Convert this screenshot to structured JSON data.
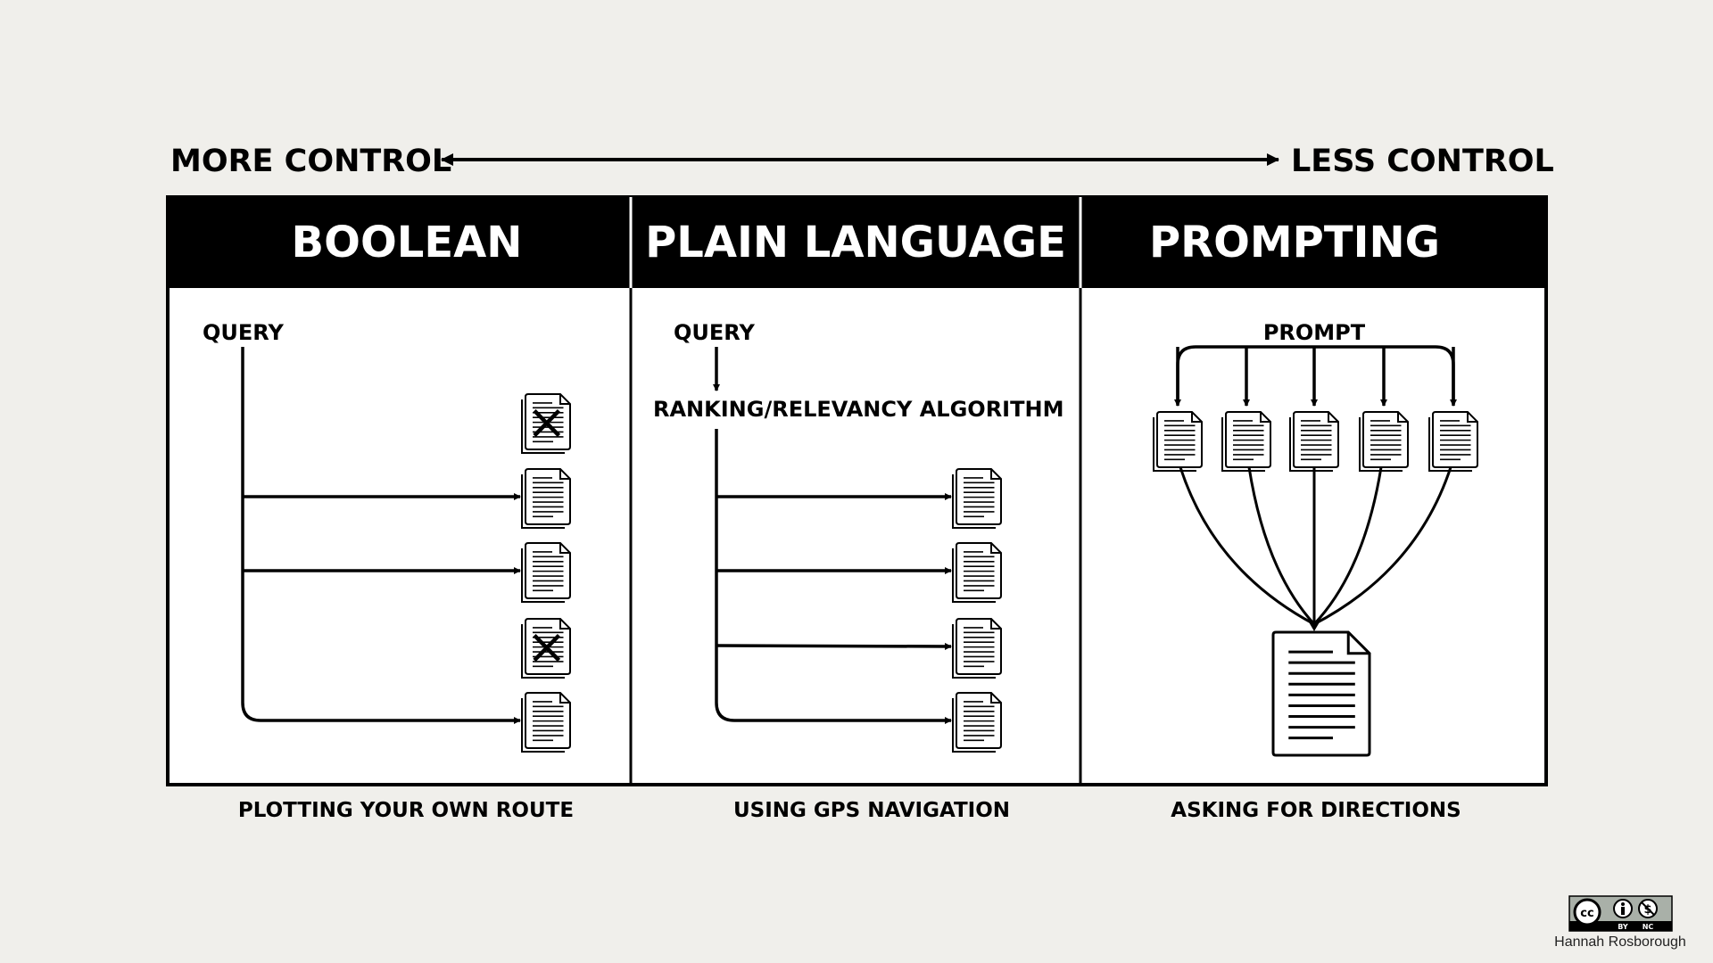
{
  "scale": {
    "left_label": "MORE CONTROL",
    "right_label": "LESS CONTROL"
  },
  "panels": [
    {
      "title": "BOOLEAN",
      "caption": "PLOTTING YOUR OWN ROUTE",
      "query_label": "QUERY",
      "documents": [
        {
          "status": "excluded"
        },
        {
          "status": "retrieved"
        },
        {
          "status": "retrieved"
        },
        {
          "status": "excluded"
        },
        {
          "status": "retrieved"
        }
      ]
    },
    {
      "title": "PLAIN LANGUAGE",
      "caption": "USING GPS NAVIGATION",
      "query_label": "QUERY",
      "algorithm_label": "RANKING/RELEVANCY ALGORITHM",
      "documents": [
        {
          "status": "retrieved"
        },
        {
          "status": "retrieved"
        },
        {
          "status": "retrieved"
        },
        {
          "status": "retrieved"
        }
      ]
    },
    {
      "title": "PROMPTING",
      "caption": "ASKING FOR DIRECTIONS",
      "prompt_label": "PROMPT",
      "documents": [
        {
          "status": "source"
        },
        {
          "status": "source"
        },
        {
          "status": "source"
        },
        {
          "status": "source"
        },
        {
          "status": "source"
        }
      ],
      "output": "synthesized-document"
    }
  ],
  "license": {
    "badge_text": "CC BY NC",
    "by": "BY",
    "nc": "NC",
    "author": "Hannah Rosborough"
  },
  "colors": {
    "background": "#f0efeb",
    "ink": "#000000",
    "panel": "#ffffff"
  }
}
